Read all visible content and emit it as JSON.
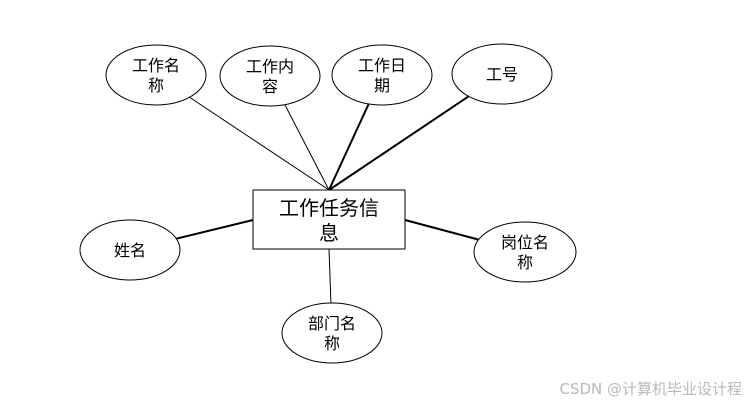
{
  "entity": {
    "lines": [
      "工作任务信",
      "息"
    ]
  },
  "attributes": [
    {
      "id": "job-name",
      "lines": [
        "工作名",
        "称"
      ]
    },
    {
      "id": "job-content",
      "lines": [
        "工作内",
        "容"
      ]
    },
    {
      "id": "job-date",
      "lines": [
        "工作日",
        "期"
      ]
    },
    {
      "id": "staff-no",
      "lines": [
        "工号"
      ]
    },
    {
      "id": "name",
      "lines": [
        "姓名"
      ]
    },
    {
      "id": "post-name",
      "lines": [
        "岗位名",
        "称"
      ]
    },
    {
      "id": "dept-name",
      "lines": [
        "部门名",
        "称"
      ]
    }
  ],
  "watermark": "CSDN @计算机毕业设计程"
}
